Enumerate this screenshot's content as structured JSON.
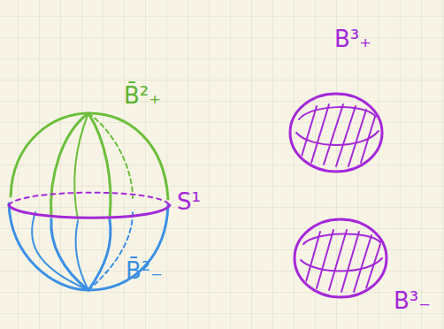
{
  "diagram": {
    "labels": [
      "B̄²₊",
      "S¹",
      "B̄²₋",
      "B³₊",
      "B³₋"
    ]
  }
}
